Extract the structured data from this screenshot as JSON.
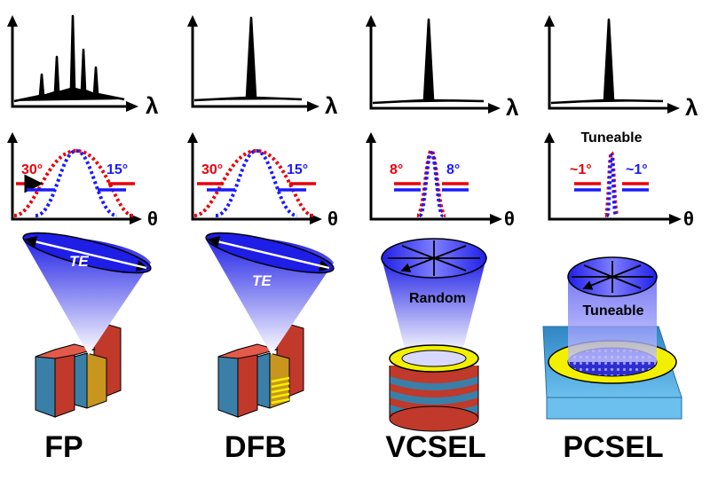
{
  "spectrum_axis_label": "λ",
  "angle_axis_label": "θ",
  "columns": [
    {
      "key": "fp",
      "name": "FP",
      "angle_red": "30°",
      "angle_blue": "15°",
      "beam_label": "TE",
      "colors": {
        "red_curve": "#e8000a",
        "blue_curve": "#1a1aff"
      }
    },
    {
      "key": "dfb",
      "name": "DFB",
      "angle_red": "30°",
      "angle_blue": "15°",
      "beam_label": "TE"
    },
    {
      "key": "vcsel",
      "name": "VCSEL",
      "angle_red": "8°",
      "angle_blue": "8°",
      "beam_label": "Random"
    },
    {
      "key": "pcsel",
      "name": "PCSEL",
      "angle_red": "~1°",
      "angle_blue": "~1°",
      "beam_label": "Tuneable",
      "top_label": "Tuneable"
    }
  ],
  "colors": {
    "red": "#e8000a",
    "blue": "#1a1aff",
    "beam_dark": "#1e1ee6",
    "beam_light": "#ffffff",
    "yellow": "#f2f000",
    "slab_blue": "#3aa0dc",
    "brick_red": "#c0392b",
    "steel_blue": "#3a7fa8",
    "gold": "#c8961e"
  }
}
